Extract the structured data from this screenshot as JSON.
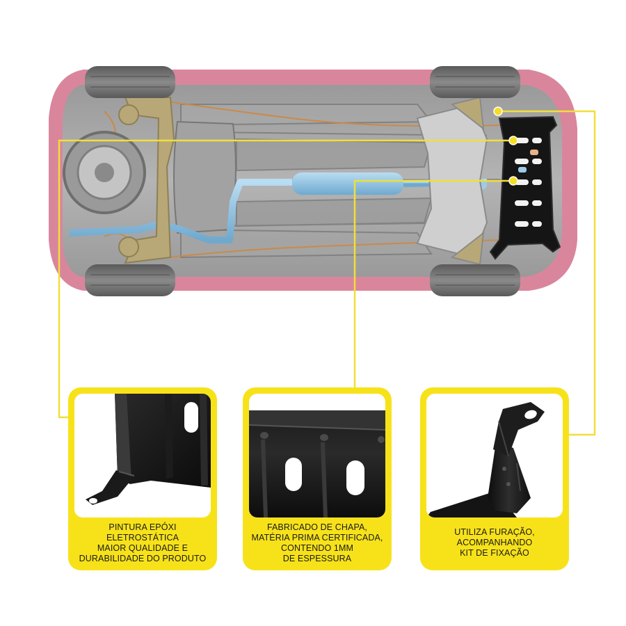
{
  "product_view": {
    "car_body_color": "#d9869d",
    "underbody_color": "#8a8a8a",
    "exhaust_color": "#8fc6e6",
    "suspension_color": "#b8a878",
    "skid_plate_color": "#111111",
    "callout_line_color": "#f0df3a",
    "callout_dot_color": "#f4de2a"
  },
  "features": [
    {
      "caption": "PINTURA EPÓXI\nELETROSTÁTICA\nMAIOR QUALIDADE E\nDURABILIDADE DO PRODUTO",
      "detail_icon": "bracket-tab-icon"
    },
    {
      "caption": "FABRICADO DE CHAPA,\nMATÉRIA PRIMA CERTIFICADA,\nCONTENDO 1MM\nDE ESPESSURA",
      "detail_icon": "slotted-plate-icon"
    },
    {
      "caption": "UTILIZA FURAÇÃO,\nACOMPANHANDO\nKIT DE FIXAÇÃO",
      "detail_icon": "mounting-hole-icon"
    }
  ],
  "theme": {
    "card_yellow": "#f7e21a",
    "text": "#1a1a1a"
  }
}
